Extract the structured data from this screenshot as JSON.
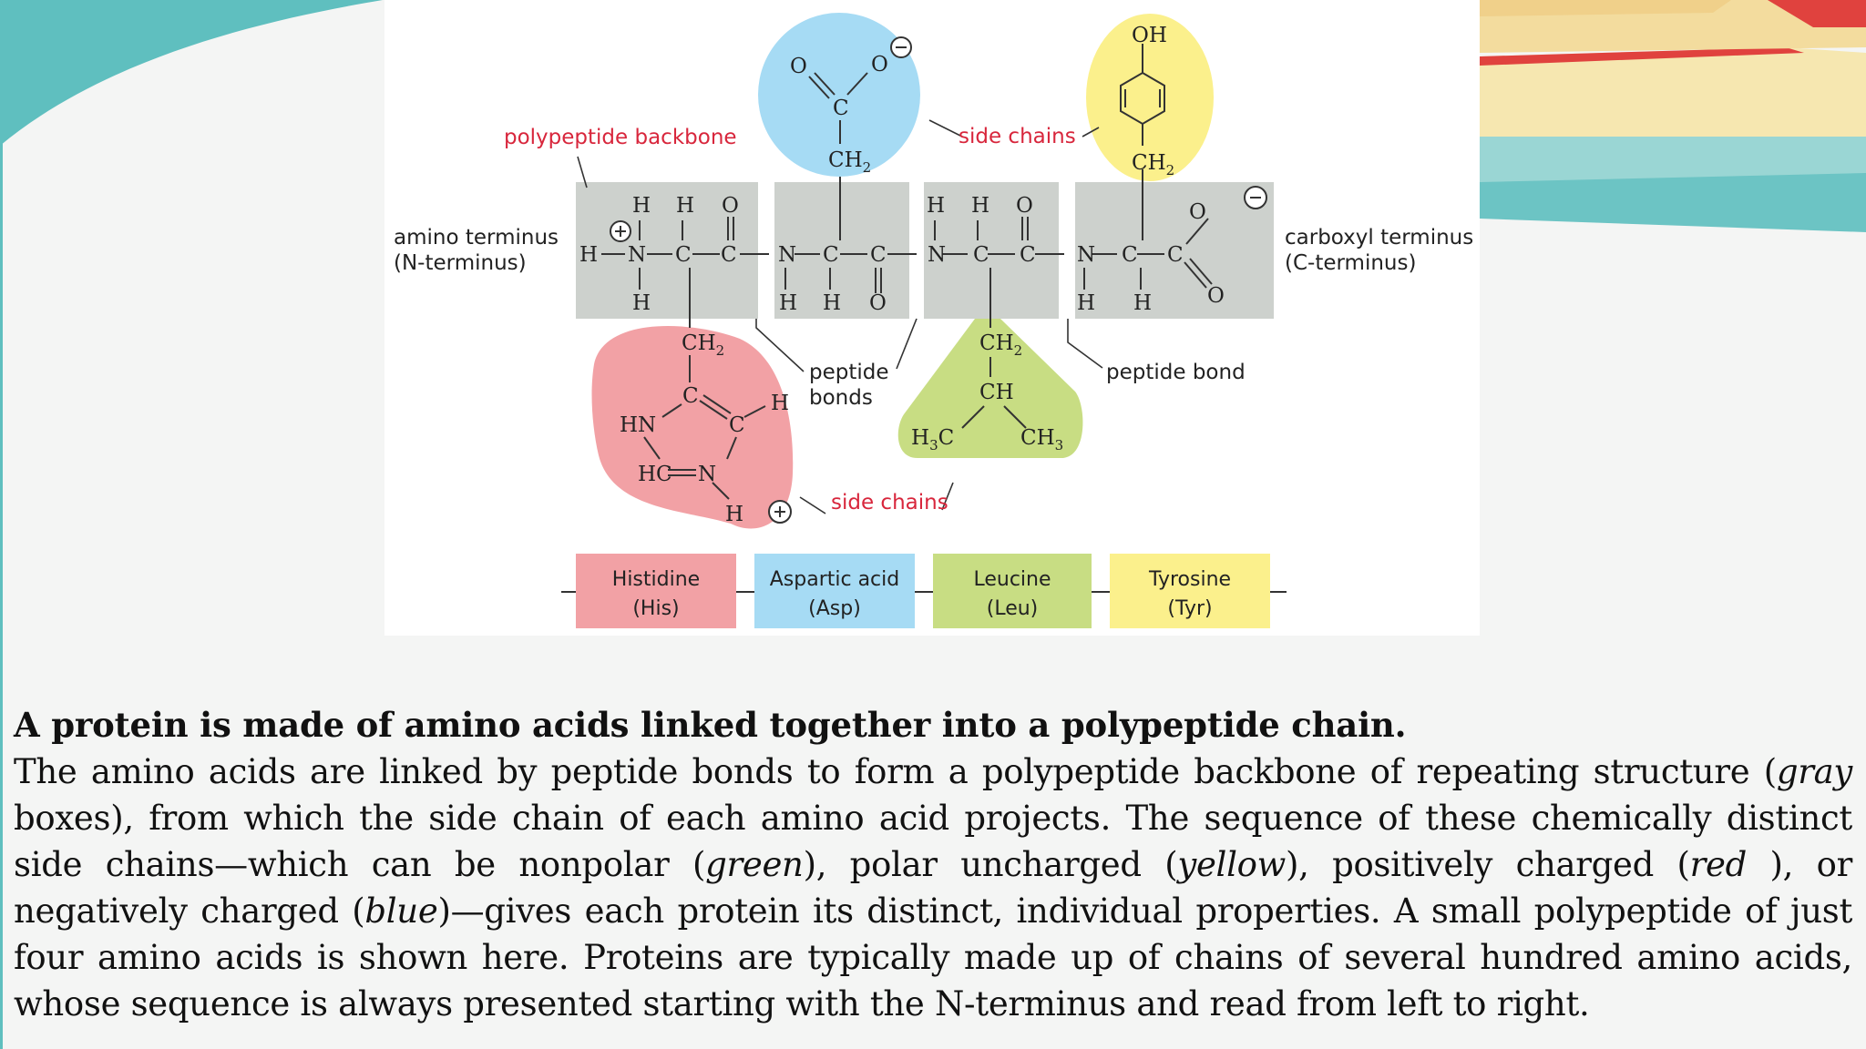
{
  "diagram": {
    "labels": {
      "polypeptide_backbone": "polypeptide backbone",
      "side_chains_top": "side chains",
      "side_chains_bottom": "side chains",
      "amino_terminus": "amino terminus",
      "n_terminus": "(N-terminus)",
      "carboxyl_terminus": "carboxyl terminus",
      "c_terminus": "(C-terminus)",
      "peptide_bonds_1": "peptide",
      "peptide_bonds_2": "bonds",
      "peptide_bond": "peptide bond"
    },
    "legend": [
      {
        "name": "Histidine",
        "abbr": "(His)",
        "color": "#f2a1a5"
      },
      {
        "name": "Aspartic acid",
        "abbr": "(Asp)",
        "color": "#a6dbf4"
      },
      {
        "name": "Leucine",
        "abbr": "(Leu)",
        "color": "#c8dd83"
      },
      {
        "name": "Tyrosine",
        "abbr": "(Tyr)",
        "color": "#fbf08c"
      }
    ],
    "colors": {
      "backbone_box": "#cdd1cd",
      "label_red": "#d8263c",
      "histidine": "#f2a1a5",
      "aspartic": "#a6dbf4",
      "leucine": "#c8dd83",
      "tyrosine": "#fbf08c",
      "slide_teal": "#5fbfbf"
    }
  },
  "caption": {
    "title": "A protein is made of amino acids linked together into a polypeptide chain.",
    "body": [
      {
        "t": "The amino acids are linked by peptide bonds to form a polypeptide backbone of repeating structure ("
      },
      {
        "t": "gray",
        "i": true
      },
      {
        "t": " boxes), from which the side chain of each amino acid projects. The sequence of these chemically distinct side chains—which can be nonpolar ("
      },
      {
        "t": "green",
        "i": true
      },
      {
        "t": "), polar uncharged ("
      },
      {
        "t": "yellow",
        "i": true
      },
      {
        "t": "), positively charged ("
      },
      {
        "t": "red",
        "i": true
      },
      {
        "t": " ), or negatively charged ("
      },
      {
        "t": "blue",
        "i": true
      },
      {
        "t": ")—gives each protein its distinct, individual properties. A small polypeptide of just four amino acids is shown here. Proteins are typically made up of chains of several hundred amino acids, whose sequence is always presented starting with the N-terminus and read from left to right."
      }
    ]
  }
}
